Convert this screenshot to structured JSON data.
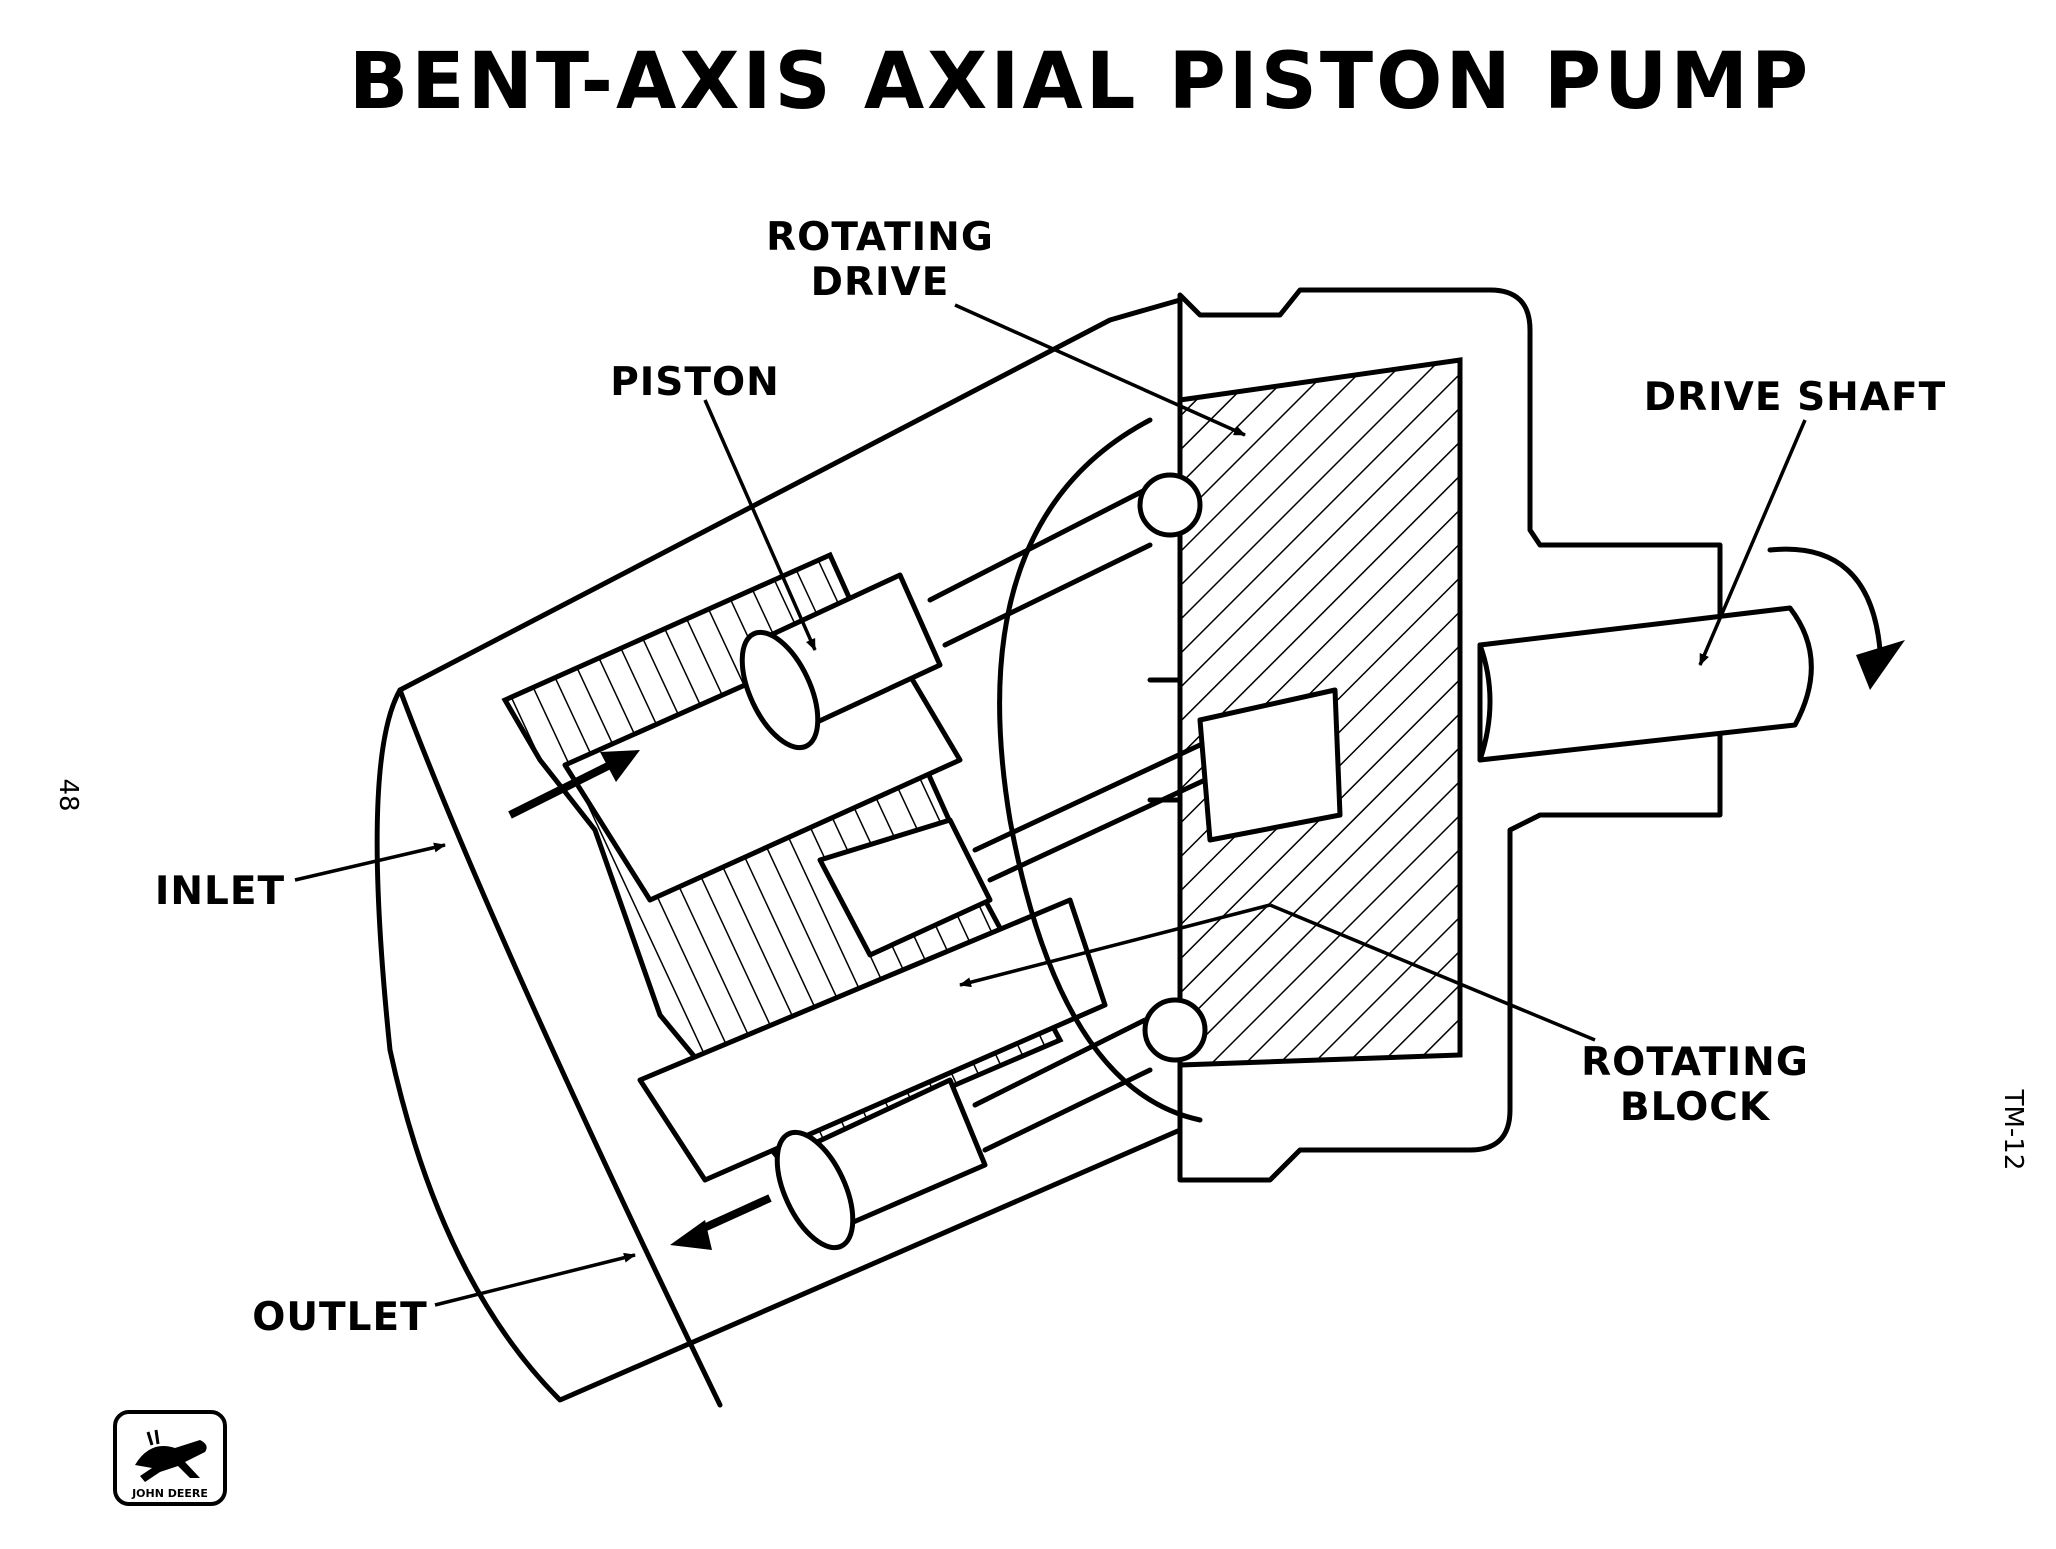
{
  "title": "BENT-AXIS AXIAL PISTON PUMP",
  "labels": {
    "rotating_drive_1": "ROTATING",
    "rotating_drive_2": "DRIVE",
    "piston": "PISTON",
    "drive_shaft": "DRIVE SHAFT",
    "inlet": "INLET",
    "outlet": "OUTLET",
    "rotating_block_1": "ROTATING",
    "rotating_block_2": "BLOCK"
  },
  "page_number": "48",
  "code": "TM-12",
  "logo_text": "JOHN DEERE"
}
